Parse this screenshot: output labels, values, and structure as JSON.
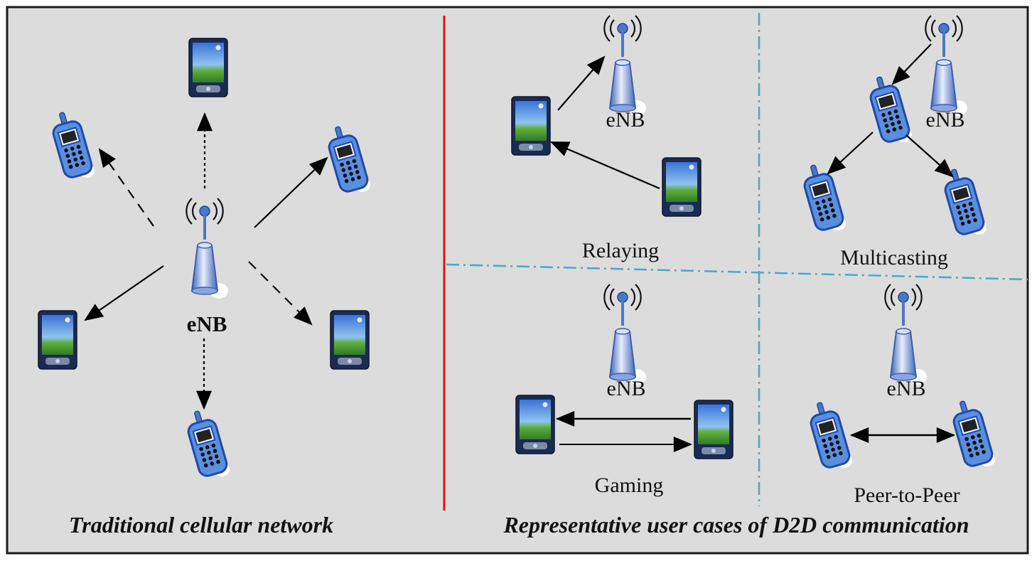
{
  "colors": {
    "background": "#dcdcdc",
    "frame": "#1a1a1a",
    "divider": "#e11010",
    "grid_divider": "#4aa8c4",
    "device_blue": "#4a78c8",
    "arrow": "#000000"
  },
  "left_panel": {
    "enb_label": "eNB",
    "caption": "Traditional cellular network"
  },
  "right_panel": {
    "caption": "Representative user cases of D2D communication",
    "cases": {
      "relaying": {
        "title": "Relaying",
        "enb_label": "eNB"
      },
      "multicasting": {
        "title": "Multicasting",
        "enb_label": "eNB"
      },
      "gaming": {
        "title": "Gaming",
        "enb_label": "eNB"
      },
      "peer_to_peer": {
        "title": "Peer-to-Peer",
        "enb_label": "eNB"
      }
    }
  },
  "icons": {
    "base_station": "base-station-icon",
    "pda": "pda-icon",
    "cell_phone": "cell-phone-icon"
  }
}
